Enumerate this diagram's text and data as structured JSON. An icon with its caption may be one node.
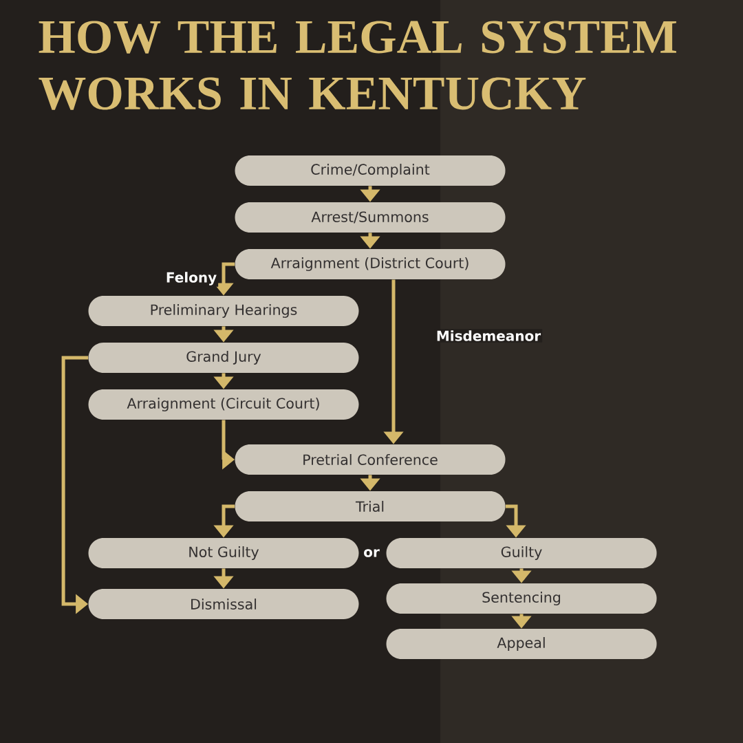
{
  "diagram": {
    "title": "HOW THE LEGAL SYSTEM WORKS IN KENTUCKY",
    "nodes": [
      {
        "text": [
          "Crime/Complaint"
        ]
      },
      {
        "text": [
          "Arrest/Summons"
        ]
      },
      {
        "text": [
          "Arraignment (District Court)"
        ]
      },
      {
        "text": [
          "Preliminary Hearings"
        ]
      },
      {
        "text": [
          "Grand Jury"
        ]
      },
      {
        "text": [
          "Arraignment (Circuit Court)"
        ]
      },
      {
        "text": [
          "Pretrial Conference"
        ]
      },
      {
        "text": [
          "Trial"
        ]
      },
      {
        "text": [
          "Not Guilty"
        ]
      },
      {
        "text": [
          "Guilty"
        ]
      },
      {
        "text": [
          "Dismissal"
        ]
      },
      {
        "text": [
          "Sentencing"
        ]
      },
      {
        "text": [
          "Appeal"
        ]
      }
    ],
    "edges": [
      {
        "from": 0,
        "to": 1,
        "arrow": "to"
      },
      {
        "from": 1,
        "to": 2,
        "arrow": "to"
      },
      {
        "from": 2,
        "to": 3,
        "arrow": "to",
        "label": "Felony"
      },
      {
        "from": 2,
        "to": 6,
        "arrow": "to",
        "label": "Misdemeanor"
      },
      {
        "from": 3,
        "to": 4,
        "arrow": "to"
      },
      {
        "from": 4,
        "to": 5,
        "arrow": "to"
      },
      {
        "from": 5,
        "to": 6,
        "arrow": "to"
      },
      {
        "from": 4,
        "to": 10,
        "arrow": "to"
      },
      {
        "from": 6,
        "to": 7,
        "arrow": "to"
      },
      {
        "from": 7,
        "to": 8,
        "arrow": "to"
      },
      {
        "from": 7,
        "to": 9,
        "arrow": "to"
      },
      {
        "from": 8,
        "to": 10,
        "arrow": "to"
      },
      {
        "from": 9,
        "to": 11,
        "arrow": "to"
      },
      {
        "from": 11,
        "to": 12,
        "arrow": "to"
      }
    ],
    "labels": [
      "or"
    ]
  }
}
